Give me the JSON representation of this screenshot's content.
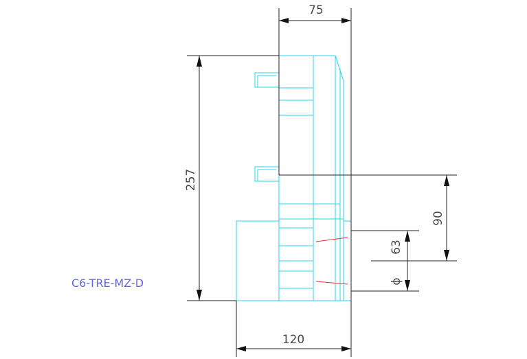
{
  "part_label": "C6-TRE-MZ-D",
  "dimensions": {
    "top_width": "75",
    "overall_height": "257",
    "right_offset": "90",
    "diameter_value": "63",
    "diameter_symbol": "ϕ",
    "bottom_width": "120"
  },
  "colors": {
    "outline": "#29d4e8",
    "dimension": "#222222",
    "center_mark": "#e8303a",
    "label": "#6666e0"
  }
}
